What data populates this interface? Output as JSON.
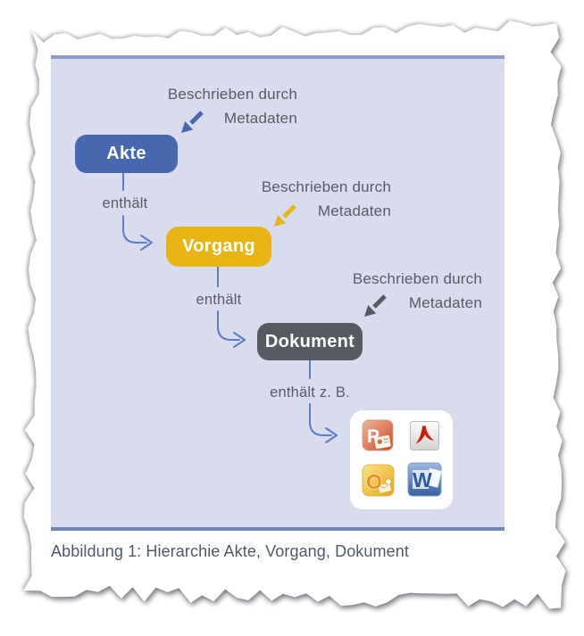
{
  "page": {
    "caption": "Abbildung 1: Hierarchie Akte, Vorgang, Dokument"
  },
  "diagram": {
    "nodes": [
      {
        "label": "Akte",
        "color": "#4568ae"
      },
      {
        "label": "Vorgang",
        "color": "#e9b515"
      },
      {
        "label": "Dokument",
        "color": "#565b62"
      }
    ],
    "annotations": [
      {
        "line1": "Beschrieben durch",
        "line2": "Metadaten"
      },
      {
        "line1": "Beschrieben durch",
        "line2": "Metadaten"
      },
      {
        "line1": "Beschrieben durch",
        "line2": "Metadaten"
      }
    ],
    "edge_labels": [
      {
        "text": "enthält"
      },
      {
        "text": "enthält"
      },
      {
        "text": "enthält z. B."
      }
    ],
    "file_icons": [
      {
        "name": "powerpoint",
        "letter": "P"
      },
      {
        "name": "pdf-reader",
        "letter": ""
      },
      {
        "name": "outlook",
        "letter": "O"
      },
      {
        "name": "word",
        "letter": "W"
      }
    ],
    "colors": {
      "connector": "#5b7dc6",
      "panel_bg": "#d9dbee",
      "panel_border_top": "#8f9bc9",
      "panel_border_bottom": "#7484ba",
      "label_text": "#575c66",
      "caption_text": "#4d5a6d"
    }
  }
}
